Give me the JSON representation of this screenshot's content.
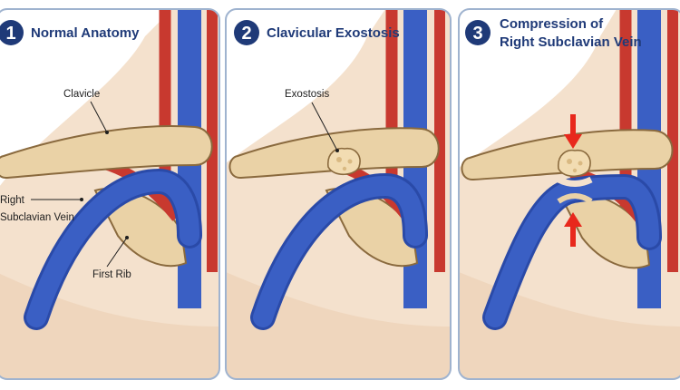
{
  "colors": {
    "panel_border": "#9fb3cf",
    "badge": "#1f3a78",
    "title": "#1f3a78",
    "skin": "#f4e1cd",
    "bone": "#ead2a6",
    "bone_outline": "#8a6a3e",
    "vein": "#3a5fc4",
    "artery": "#c8392f",
    "arrow": "#e8281c"
  },
  "panels": [
    {
      "number": "1",
      "title_lines": [
        "Normal Anatomy"
      ],
      "labels": {
        "clavicle": "Clavicle",
        "vein_line1": "Right",
        "vein_line2": "Subclavian Vein",
        "first_rib": "First Rib"
      }
    },
    {
      "number": "2",
      "title_lines": [
        "Clavicular Exostosis"
      ],
      "labels": {
        "exostosis": "Exostosis"
      }
    },
    {
      "number": "3",
      "title_lines": [
        "Compression of",
        "Right Subclavian Vein"
      ]
    }
  ]
}
